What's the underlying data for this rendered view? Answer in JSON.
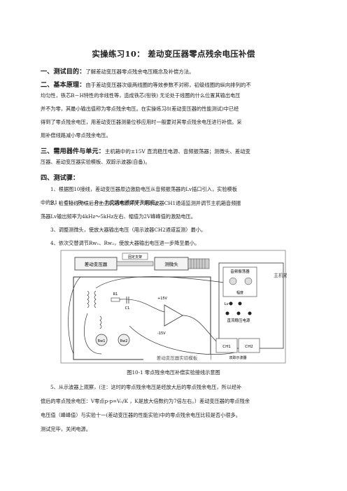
{
  "title": "实操练习10：   差动变压器零点残余电压补偿",
  "s1": {
    "head": "一、测试目的：",
    "body": "了解差动变压器零点残余电压概念及补偿方法。"
  },
  "s2": {
    "head": "二、基本原理：",
    "l1": "由于差动变压器次级两线圈的等效参数不对称，初级线圈的纵向排列的不",
    "l2": "均匀性，铁芯B－H特性的非线性等，造成铁芯(衔铁) 无论处于线圈的什么位置其输出电压",
    "l3": "并不为零，其最小输出值称为零点残余电压。在实操练习8(差动变压器的性能测试)中已经",
    "l4": "得到了零点残余电压，用差动变压器测量位移应用时一般要对其零点残余电压进行补偿。采",
    "l5": "用补偿线路减小零点残余电压。"
  },
  "s3": {
    "head": "三、需用器件与单元：",
    "l1": "主机箱中的±15V 直流稳压电源、音频振荡器；测微头、差动变",
    "l2": "压器、差动变压器实验模板、双踪示波器(自备)。"
  },
  "s4": {
    "head": "四、测试骤：",
    "p1a": "1、根据图10接线，差动变压器原边激励电压从音频振荡器的Lv插口引入，实验模板",
    "p1b": "中的R1 、C1 、Rw₁ 、Rw₂为交流电桥调平衡网络。",
    "p2a": "2、检查接线无误后合上主机箱电源开关，用示波器CH1通道监测并调节主机箱音频振",
    "p2b": "荡器Lv输出频率为4kHz～5kHz左右、幅值为2V峰峰值的激励电压。",
    "p3": "3、调整测微头，使放大器输出电压（用示波器CH2通道监测）最小。",
    "p4": "4、依次交替调节Rw₁、Rw₂，使放大器输出电压进一步降至最小。",
    "p5a": "5、从示波器上观察，(注：这时的零点残余电压是经放大后的零点残余电压，所以经补",
    "p5b": "偿后的零点残余电压：V零点p-p=V₀/K ，K是放大倍数约为7倍左右。）差动变压器的零点残余",
    "p5c": "电压值（峰峰值）与实验十一(差动变压器的性能实验)中的零点残余电压比较是否小很多。",
    "p5d": "测试完毕，关闭电源。"
  },
  "figure": {
    "caption": "图10-1 零点残余电压补偿实验接线示意图",
    "labels": {
      "diff_transformer": "差动变压器",
      "micrometer": "测微头",
      "fixed_stand": "固定支架",
      "main_box": "主机箱",
      "audio_osc": "音频振荡器",
      "dc_supply": "直流稳压电源",
      "amplitude": "幅度",
      "module": "差动变压器实验模板",
      "scope": "双踪示波器",
      "ch1": "CH1",
      "ch2": "CH2",
      "rw1": "Rw1",
      "rw2": "Rw2",
      "r1": "R1",
      "c1": "C1",
      "v15p": "+15V",
      "v15n": "-15V",
      "lv": "Lv",
      "gnd": "⊥"
    }
  }
}
